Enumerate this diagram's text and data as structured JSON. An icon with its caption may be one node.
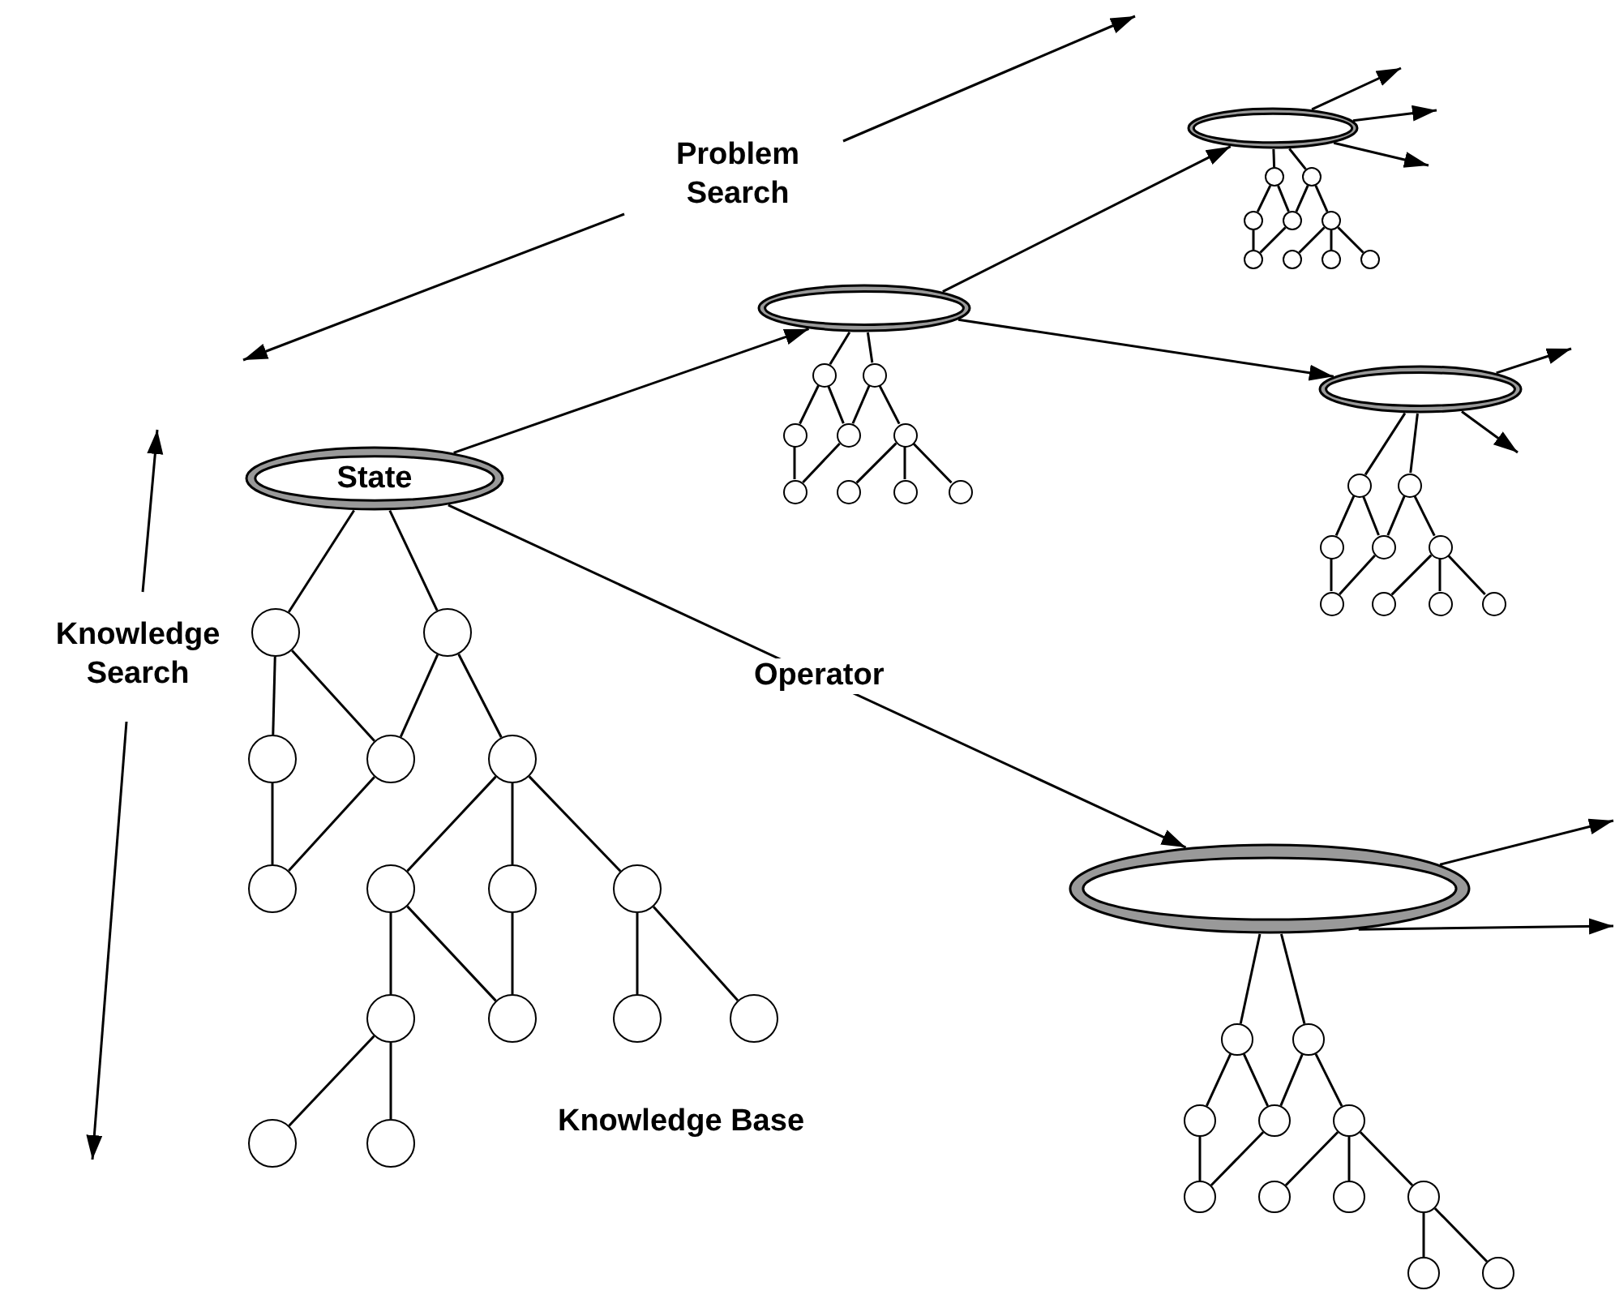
{
  "diagram": {
    "nodes": [
      {
        "text": [
          "State"
        ]
      },
      {
        "text": [],
        "shape": "circle"
      },
      {
        "text": [],
        "shape": "circle"
      },
      {
        "text": [],
        "shape": "circle"
      },
      {
        "text": [],
        "shape": "circle"
      },
      {
        "text": [],
        "shape": "circle"
      },
      {
        "text": [],
        "shape": "circle"
      },
      {
        "text": [],
        "shape": "circle"
      },
      {
        "text": [],
        "shape": "circle"
      },
      {
        "text": [],
        "shape": "circle"
      },
      {
        "text": [],
        "shape": "circle"
      },
      {
        "text": [],
        "shape": "circle"
      },
      {
        "text": [],
        "shape": "circle"
      },
      {
        "text": [],
        "shape": "circle"
      },
      {
        "text": [],
        "shape": "circle"
      },
      {
        "text": [],
        "shape": "circle"
      },
      {
        "text": [],
        "shape": "ellipse"
      },
      {
        "text": [],
        "shape": "circle"
      },
      {
        "text": [],
        "shape": "circle"
      },
      {
        "text": [],
        "shape": "circle"
      },
      {
        "text": [],
        "shape": "circle"
      },
      {
        "text": [],
        "shape": "circle"
      },
      {
        "text": [],
        "shape": "circle"
      },
      {
        "text": [],
        "shape": "circle"
      },
      {
        "text": [],
        "shape": "circle"
      },
      {
        "text": [],
        "shape": "circle"
      },
      {
        "text": [],
        "shape": "ellipse"
      },
      {
        "text": [],
        "shape": "circle"
      },
      {
        "text": [],
        "shape": "circle"
      },
      {
        "text": [],
        "shape": "circle"
      },
      {
        "text": [],
        "shape": "circle"
      },
      {
        "text": [],
        "shape": "circle"
      },
      {
        "text": [],
        "shape": "circle"
      },
      {
        "text": [],
        "shape": "circle"
      },
      {
        "text": [],
        "shape": "circle"
      },
      {
        "text": [],
        "shape": "circle"
      },
      {
        "text": [],
        "shape": "ellipse"
      },
      {
        "text": [],
        "shape": "circle"
      },
      {
        "text": [],
        "shape": "circle"
      },
      {
        "text": [],
        "shape": "circle"
      },
      {
        "text": [],
        "shape": "circle"
      },
      {
        "text": [],
        "shape": "circle"
      },
      {
        "text": [],
        "shape": "circle"
      },
      {
        "text": [],
        "shape": "circle"
      },
      {
        "text": [],
        "shape": "circle"
      },
      {
        "text": [],
        "shape": "circle"
      },
      {
        "text": [],
        "shape": "ellipse"
      },
      {
        "text": [],
        "shape": "circle"
      },
      {
        "text": [],
        "shape": "circle"
      },
      {
        "text": [],
        "shape": "circle"
      },
      {
        "text": [],
        "shape": "circle"
      },
      {
        "text": [],
        "shape": "circle"
      },
      {
        "text": [],
        "shape": "circle"
      },
      {
        "text": [],
        "shape": "circle"
      },
      {
        "text": [],
        "shape": "circle"
      },
      {
        "text": [],
        "shape": "circle"
      },
      {
        "text": [],
        "shape": "circle"
      },
      {
        "text": [],
        "shape": "circle"
      }
    ],
    "edges": [
      {
        "from": 0,
        "to": 1,
        "arrow": "none"
      },
      {
        "from": 0,
        "to": 2,
        "arrow": "none"
      },
      {
        "from": 1,
        "to": 3,
        "arrow": "none"
      },
      {
        "from": 1,
        "to": 4,
        "arrow": "none"
      },
      {
        "from": 2,
        "to": 4,
        "arrow": "none"
      },
      {
        "from": 2,
        "to": 5,
        "arrow": "none"
      },
      {
        "from": 3,
        "to": 6,
        "arrow": "none"
      },
      {
        "from": 4,
        "to": 6,
        "arrow": "none"
      },
      {
        "from": 5,
        "to": 7,
        "arrow": "none"
      },
      {
        "from": 5,
        "to": 8,
        "arrow": "none"
      },
      {
        "from": 5,
        "to": 9,
        "arrow": "none"
      },
      {
        "from": 7,
        "to": 10,
        "arrow": "none"
      },
      {
        "from": 7,
        "to": 11,
        "arrow": "none"
      },
      {
        "from": 8,
        "to": 11,
        "arrow": "none"
      },
      {
        "from": 9,
        "to": 12,
        "arrow": "none"
      },
      {
        "from": 9,
        "to": 13,
        "arrow": "none"
      },
      {
        "from": 10,
        "to": 14,
        "arrow": "none"
      },
      {
        "from": 10,
        "to": 15,
        "arrow": "none"
      },
      {
        "from": 0,
        "to": 16,
        "arrow": "to"
      },
      {
        "from": 16,
        "to": 26,
        "arrow": "to"
      },
      {
        "from": 16,
        "to": 36,
        "arrow": "to"
      },
      {
        "from": 0,
        "to": 46,
        "label": "Operator",
        "arrow": "to"
      },
      {
        "from": 16,
        "to": 17,
        "arrow": "none"
      },
      {
        "from": 16,
        "to": 18,
        "arrow": "none"
      },
      {
        "from": 17,
        "to": 19,
        "arrow": "none"
      },
      {
        "from": 17,
        "to": 20,
        "arrow": "none"
      },
      {
        "from": 18,
        "to": 20,
        "arrow": "none"
      },
      {
        "from": 18,
        "to": 21,
        "arrow": "none"
      },
      {
        "from": 19,
        "to": 22,
        "arrow": "none"
      },
      {
        "from": 20,
        "to": 22,
        "arrow": "none"
      },
      {
        "from": 21,
        "to": 23,
        "arrow": "none"
      },
      {
        "from": 21,
        "to": 24,
        "arrow": "none"
      },
      {
        "from": 21,
        "to": 25,
        "arrow": "none"
      },
      {
        "from": 26,
        "to": 27,
        "arrow": "none"
      },
      {
        "from": 26,
        "to": 28,
        "arrow": "none"
      },
      {
        "from": 27,
        "to": 29,
        "arrow": "none"
      },
      {
        "from": 27,
        "to": 30,
        "arrow": "none"
      },
      {
        "from": 28,
        "to": 30,
        "arrow": "none"
      },
      {
        "from": 28,
        "to": 31,
        "arrow": "none"
      },
      {
        "from": 29,
        "to": 32,
        "arrow": "none"
      },
      {
        "from": 30,
        "to": 32,
        "arrow": "none"
      },
      {
        "from": 31,
        "to": 33,
        "arrow": "none"
      },
      {
        "from": 31,
        "to": 34,
        "arrow": "none"
      },
      {
        "from": 31,
        "to": 35,
        "arrow": "none"
      },
      {
        "from": 36,
        "to": 37,
        "arrow": "none"
      },
      {
        "from": 36,
        "to": 38,
        "arrow": "none"
      },
      {
        "from": 37,
        "to": 39,
        "arrow": "none"
      },
      {
        "from": 37,
        "to": 40,
        "arrow": "none"
      },
      {
        "from": 38,
        "to": 40,
        "arrow": "none"
      },
      {
        "from": 38,
        "to": 41,
        "arrow": "none"
      },
      {
        "from": 39,
        "to": 42,
        "arrow": "none"
      },
      {
        "from": 40,
        "to": 42,
        "arrow": "none"
      },
      {
        "from": 41,
        "to": 43,
        "arrow": "none"
      },
      {
        "from": 41,
        "to": 44,
        "arrow": "none"
      },
      {
        "from": 41,
        "to": 45,
        "arrow": "none"
      },
      {
        "from": 46,
        "to": 47,
        "arrow": "none"
      },
      {
        "from": 46,
        "to": 48,
        "arrow": "none"
      },
      {
        "from": 47,
        "to": 49,
        "arrow": "none"
      },
      {
        "from": 47,
        "to": 50,
        "arrow": "none"
      },
      {
        "from": 48,
        "to": 50,
        "arrow": "none"
      },
      {
        "from": 48,
        "to": 51,
        "arrow": "none"
      },
      {
        "from": 49,
        "to": 52,
        "arrow": "none"
      },
      {
        "from": 50,
        "to": 52,
        "arrow": "none"
      },
      {
        "from": 51,
        "to": 53,
        "arrow": "none"
      },
      {
        "from": 51,
        "to": 54,
        "arrow": "none"
      },
      {
        "from": 51,
        "to": 55,
        "arrow": "none"
      },
      {
        "from": 55,
        "to": 56,
        "arrow": "none"
      },
      {
        "from": 55,
        "to": 57,
        "arrow": "none"
      },
      {
        "from": 26,
        "to": null,
        "arrow": "to"
      },
      {
        "from": 26,
        "to": null,
        "arrow": "to"
      },
      {
        "from": 26,
        "to": null,
        "arrow": "to"
      },
      {
        "from": 36,
        "to": null,
        "arrow": "to"
      },
      {
        "from": 36,
        "to": null,
        "arrow": "to"
      },
      {
        "from": 46,
        "to": null,
        "arrow": "to"
      },
      {
        "from": 46,
        "to": null,
        "arrow": "to"
      }
    ],
    "labels": [
      "Problem Search",
      "Knowledge Search",
      "Knowledge Base"
    ]
  }
}
